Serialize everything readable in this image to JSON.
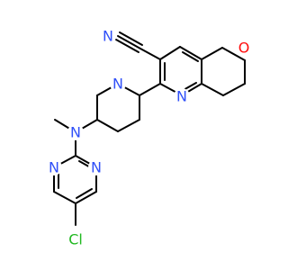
{
  "molecule": {
    "atoms": {
      "nitrile_n": {
        "text": "N",
        "color": "#3050F8"
      },
      "ring_o": {
        "text": "O",
        "color": "#FF0D0D"
      },
      "pyridine_n": {
        "text": "N",
        "color": "#3050F8"
      },
      "piperidine_n": {
        "text": "N",
        "color": "#3050F8"
      },
      "amine_n": {
        "text": "N",
        "color": "#3050F8"
      },
      "pyrimidine_n1": {
        "text": "N",
        "color": "#3050F8"
      },
      "pyrimidine_n2": {
        "text": "N",
        "color": "#3050F8"
      },
      "chlorine": {
        "text": "Cl",
        "color": "#1FB81F"
      }
    },
    "colors": {
      "bond": "#000000",
      "background": "#ffffff"
    }
  }
}
